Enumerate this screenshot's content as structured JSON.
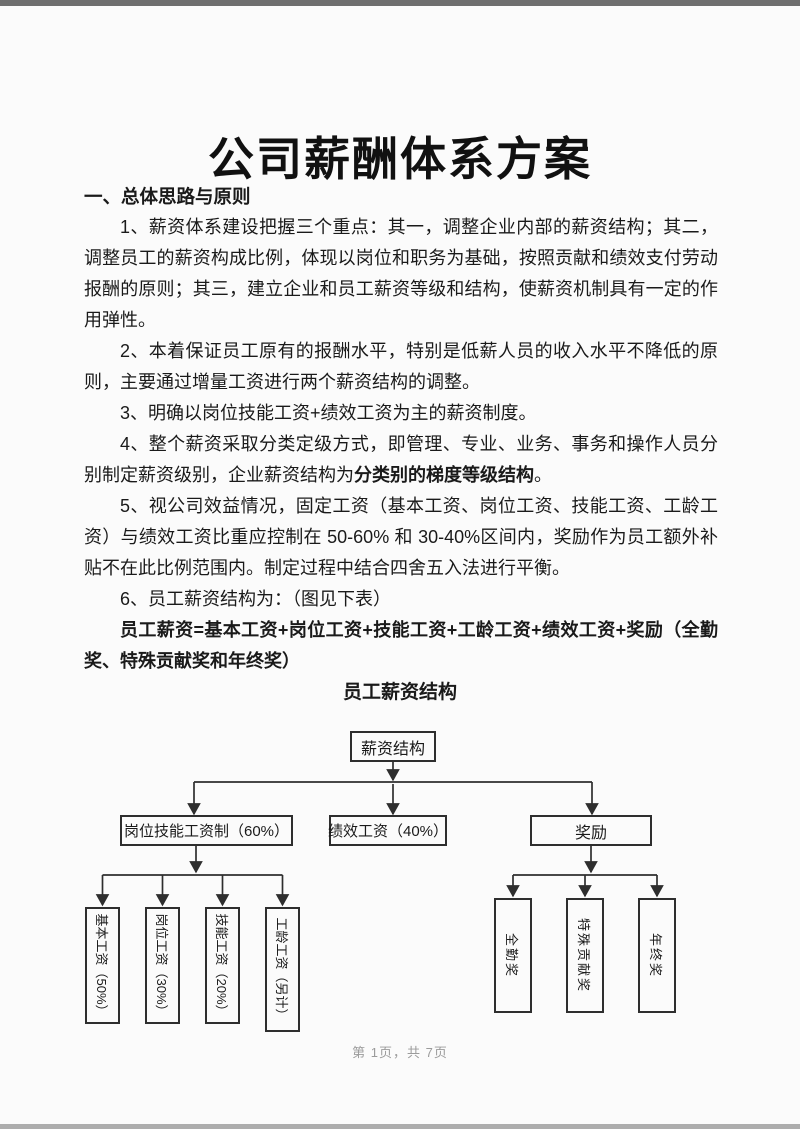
{
  "doc": {
    "title": "公司薪酬体系方案",
    "footer": "第 1页，共 7页"
  },
  "section": {
    "heading": "一、总体思路与原则",
    "paragraphs": [
      {
        "text": "1、薪资体系建设把握三个重点：其一，调整企业内部的薪资结构；其二，调整员工的薪资构成比例，体现以岗位和职务为基础，按照贡献和绩效支付劳动报酬的原则；其三，建立企业和员工薪资等级和结构，使薪资机制具有一定的作用弹性。"
      },
      {
        "text": "2、本着保证员工原有的报酬水平，特别是低薪人员的收入水平不降低的原则，主要通过增量工资进行两个薪资结构的调整。"
      },
      {
        "text": "3、明确以岗位技能工资+绩效工资为主的薪资制度。"
      },
      {
        "pre": "4、整个薪资采取分类定级方式，即管理、专业、业务、事务和操作人员分别制定薪资级别，企业薪资结构为",
        "bold": "分类别的梯度等级结构",
        "post": "。"
      },
      {
        "text": "5、视公司效益情况，固定工资（基本工资、岗位工资、技能工资、工龄工资）与绩效工资比重应控制在 50-60% 和 30-40%区间内，奖励作为员工额外补贴不在此比例范围内。制定过程中结合四舍五入法进行平衡。"
      },
      {
        "text": "6、员工薪资结构为：（图见下表）"
      }
    ],
    "formula": "员工薪资=基本工资+岗位工资+技能工资+工龄工资+绩效工资+奖励（全勤奖、特殊贡献奖和年终奖）"
  },
  "chart": {
    "title": "员工薪资结构",
    "root": "薪资结构",
    "level2": [
      "岗位技能工资制（60%）",
      "绩效工资（40%）",
      "奖励"
    ],
    "left_children": [
      "基本工资（50%）",
      "岗位工资（30%）",
      "技能工资（20%）",
      "工龄工资（另计）"
    ],
    "right_children": [
      "全勤奖",
      "特殊贡献奖",
      "年终奖"
    ]
  }
}
